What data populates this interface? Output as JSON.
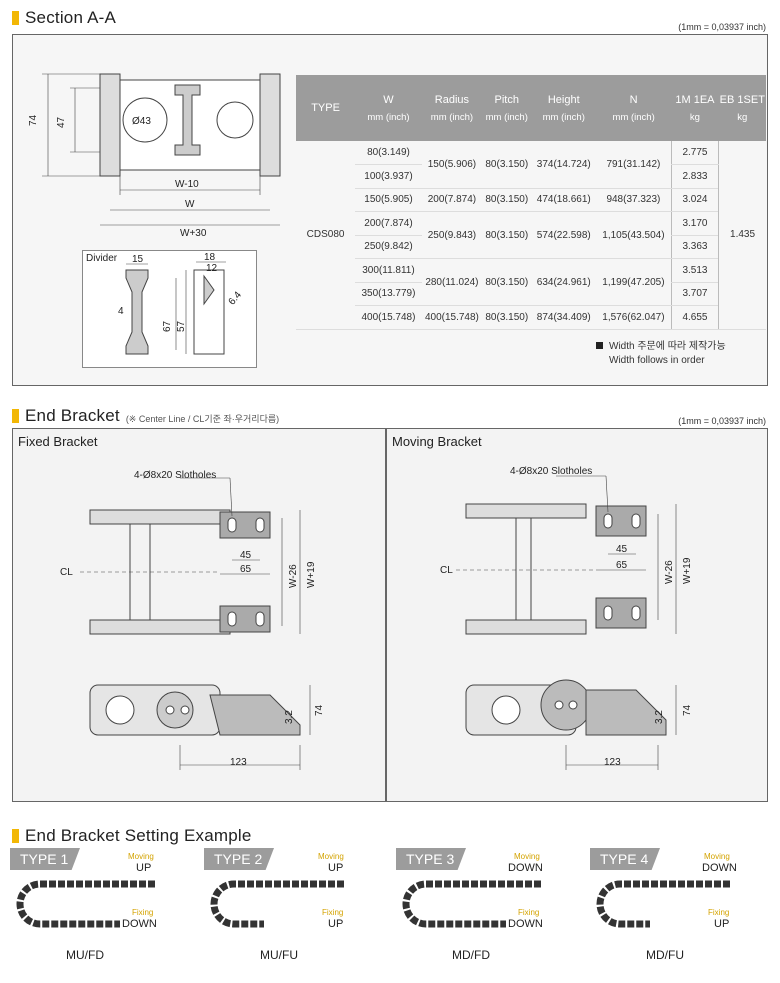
{
  "section_a": {
    "title": "Section A-A",
    "unit_note": "(1mm = 0,03937 inch)",
    "drawing": {
      "dia": "Ø43",
      "dim_74": "74",
      "dim_47": "47",
      "dim_w10": "W-10",
      "dim_w": "W",
      "dim_w30": "W+30"
    },
    "divider": {
      "label": "Divider",
      "d15": "15",
      "d4": "4",
      "d18": "18",
      "d12": "12",
      "d64": "6.4",
      "d67": "67",
      "d57": "57"
    },
    "table": {
      "headers": [
        {
          "name": "TYPE",
          "unit": ""
        },
        {
          "name": "W",
          "unit": "mm (inch)"
        },
        {
          "name": "Radius",
          "unit": "mm (inch)"
        },
        {
          "name": "Pitch",
          "unit": "mm (inch)"
        },
        {
          "name": "Height",
          "unit": "mm (inch)"
        },
        {
          "name": "N",
          "unit": "mm (inch)"
        },
        {
          "name": "1M 1EA",
          "unit": "kg"
        },
        {
          "name": "EB 1SET",
          "unit": "kg"
        }
      ],
      "type": "CDS080",
      "eb_set": "1.435",
      "w_values": [
        "80(3.149)",
        "100(3.937)",
        "150(5.905)",
        "200(7.874)",
        "250(9.842)",
        "300(11.811)",
        "350(13.779)",
        "400(15.748)"
      ],
      "kg_values": [
        "2.775",
        "2.833",
        "3.024",
        "3.170",
        "3.363",
        "3.513",
        "3.707",
        "4.655"
      ],
      "radius_groups": [
        {
          "radius": "150(5.906)",
          "pitch": "80(3.150)",
          "height": "374(14.724)",
          "n": "791(31.142)"
        },
        {
          "radius": "200(7.874)",
          "pitch": "80(3.150)",
          "height": "474(18.661)",
          "n": "948(37.323)"
        },
        {
          "radius": "250(9.843)",
          "pitch": "80(3.150)",
          "height": "574(22.598)",
          "n": "1,105(43.504)"
        },
        {
          "radius": "280(11.024)",
          "pitch": "80(3.150)",
          "height": "634(24.961)",
          "n": "1,199(47.205)"
        },
        {
          "radius": "400(15.748)",
          "pitch": "80(3.150)",
          "height": "874(34.409)",
          "n": "1,576(62.047)"
        }
      ],
      "note_kr": "Width 주문에 따라 제작가능",
      "note_en": "Width follows in order"
    }
  },
  "end_bracket": {
    "title": "End Bracket",
    "note": "(※ Center Line / CL기준 좌·우거리다름)",
    "unit_note": "(1mm = 0,03937 inch)",
    "fixed": {
      "label": "Fixed Bracket",
      "slot": "4-Ø8x20 Slotholes",
      "d45": "45",
      "d65": "65",
      "cl": "CL",
      "dw26": "W-26",
      "dw19": "W+19",
      "d32": "3.2",
      "d74": "74",
      "d123": "123"
    },
    "moving": {
      "label": "Moving Bracket",
      "slot": "4-Ø8x20 Slotholes",
      "d45": "45",
      "d65": "65",
      "cl": "CL",
      "dw26": "W-26",
      "dw19": "W+19",
      "d32": "3.2",
      "d74": "74",
      "d123": "123"
    }
  },
  "setting": {
    "title": "End Bracket Setting Example",
    "moving_label": "Moving",
    "fixing_label": "Fixing",
    "types": [
      {
        "name": "TYPE 1",
        "moving": "UP",
        "fixing": "DOWN",
        "code": "MU/FD"
      },
      {
        "name": "TYPE 2",
        "moving": "UP",
        "fixing": "UP",
        "code": "MU/FU"
      },
      {
        "name": "TYPE 3",
        "moving": "DOWN",
        "fixing": "DOWN",
        "code": "MD/FD"
      },
      {
        "name": "TYPE 4",
        "moving": "DOWN",
        "fixing": "UP",
        "code": "MD/FU"
      }
    ]
  }
}
